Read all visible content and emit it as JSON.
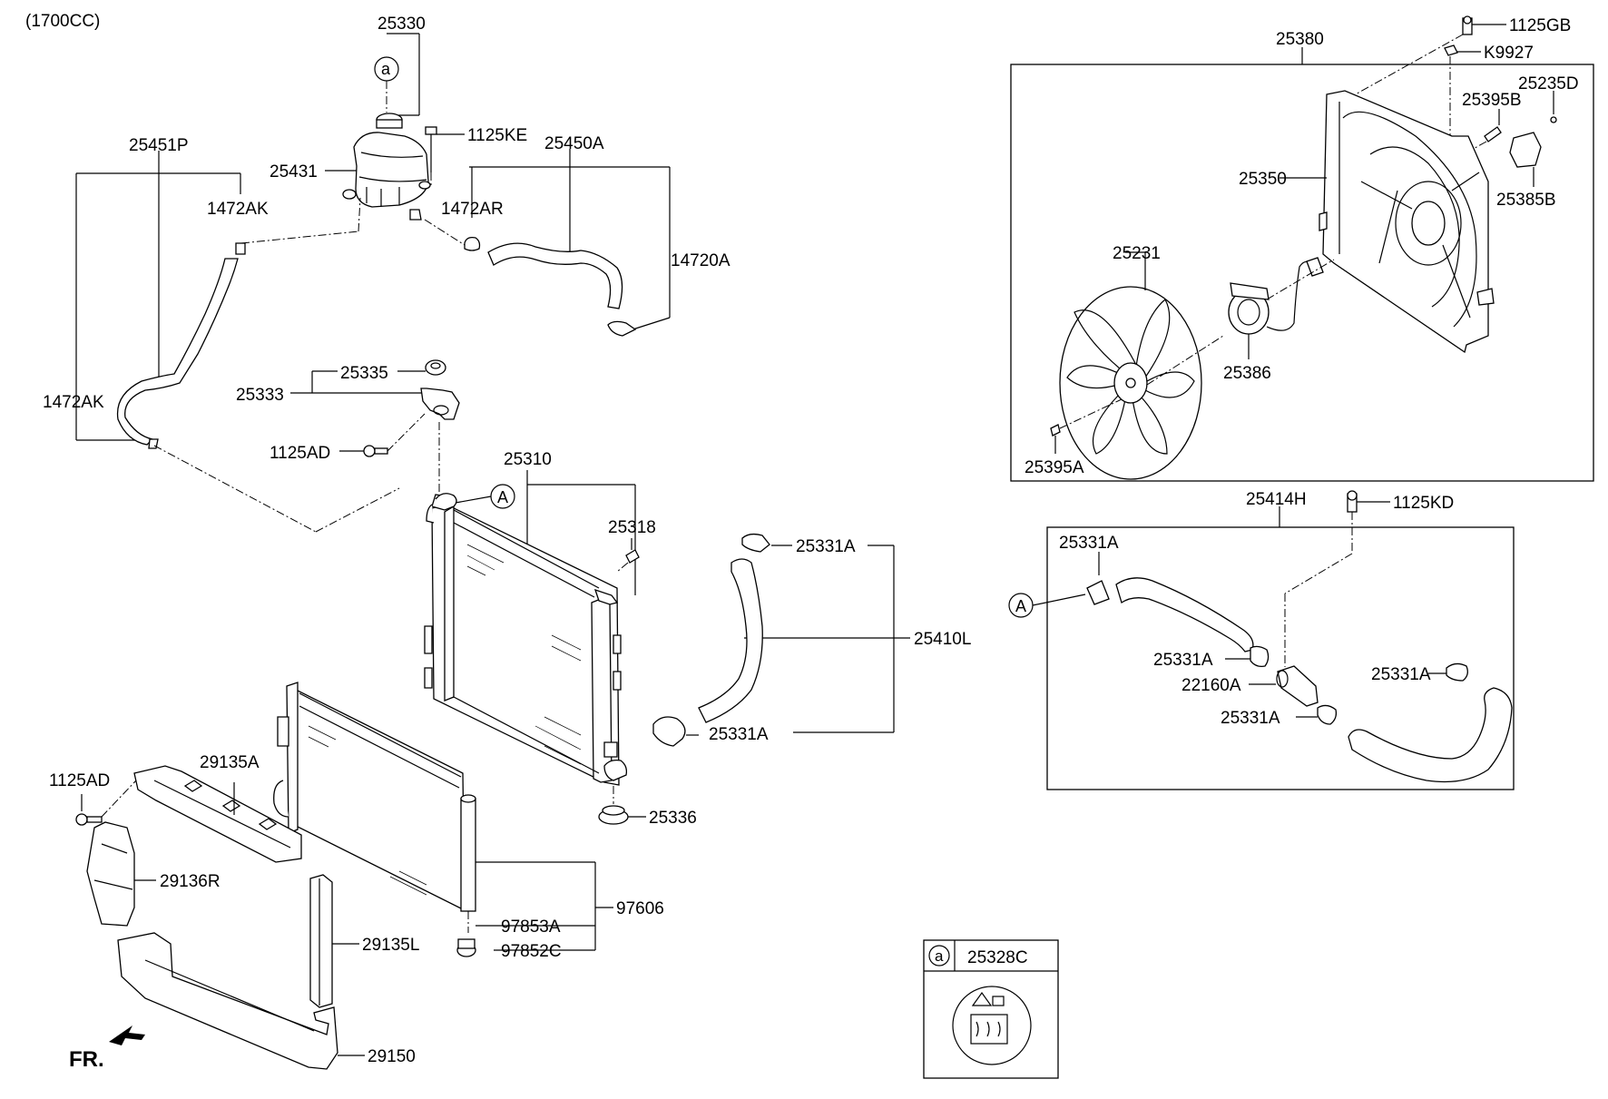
{
  "engine_note": "(1700CC)",
  "front_label": "FR.",
  "callouts": {
    "a_circle": "a",
    "A_circle": "A"
  },
  "parts": {
    "p25330": "25330",
    "p25431": "25431",
    "p1125KE": "1125KE",
    "p25450A": "25450A",
    "p1472AR": "1472AR",
    "p14720A": "14720A",
    "p25451P": "25451P",
    "p1472AK_top": "1472AK",
    "p1472AK_left": "1472AK",
    "p25335": "25335",
    "p25333": "25333",
    "p1125AD_mid": "1125AD",
    "p25310": "25310",
    "p25318": "25318",
    "p25331A_1": "25331A",
    "p25410L": "25410L",
    "p25331A_2": "25331A",
    "p25336": "25336",
    "p1125AD_left": "1125AD",
    "p29135A": "29135A",
    "p29136R": "29136R",
    "p29135L": "29135L",
    "p29150": "29150",
    "p97606": "97606",
    "p97853A": "97853A",
    "p97852C": "97852C",
    "p25380": "25380",
    "p1125GB": "1125GB",
    "pK9927": "K9927",
    "p25235D": "25235D",
    "p25395B": "25395B",
    "p25350": "25350",
    "p25385B": "25385B",
    "p25231": "25231",
    "p25386": "25386",
    "p25395A": "25395A",
    "p25414H": "25414H",
    "p1125KD": "1125KD",
    "p25331A_3": "25331A",
    "p25331A_4": "25331A",
    "p22160A": "22160A",
    "p25331A_5": "25331A",
    "p25331A_6": "25331A",
    "p25328C": "25328C"
  }
}
